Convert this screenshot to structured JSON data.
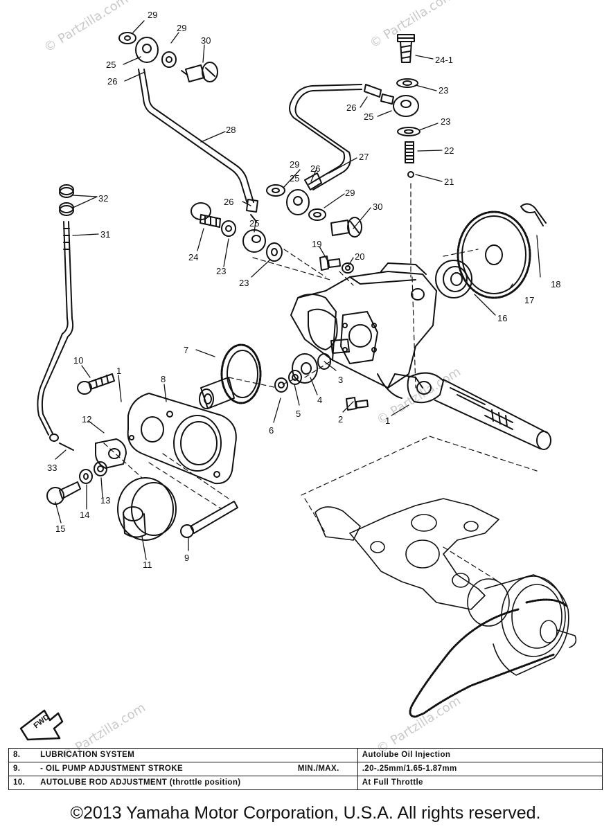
{
  "watermark": "© Partzilla.com",
  "fwd_label": "FWD",
  "callouts": {
    "c1": "1",
    "c2": "2",
    "c3": "3",
    "c4": "4",
    "c5": "5",
    "c6": "6",
    "c7": "7",
    "c8": "8",
    "c9": "9",
    "c10": "10",
    "c11": "11",
    "c12": "12",
    "c13": "13",
    "c14": "14",
    "c15": "15",
    "c16": "16",
    "c17": "17",
    "c18": "18",
    "c19": "19",
    "c20": "20",
    "c21": "21",
    "c22": "22",
    "c23": "23",
    "c24": "24",
    "c24_1": "24-1",
    "c25": "25",
    "c26": "26",
    "c27": "27",
    "c28": "28",
    "c29": "29",
    "c30": "30",
    "c31": "31",
    "c32": "32",
    "c33": "33"
  },
  "spec_table": {
    "rows": [
      {
        "num": "8.",
        "label": "LUBRICATION SYSTEM",
        "range": "",
        "value": "Autolube Oil Injection"
      },
      {
        "num": "9.",
        "label": "- OIL PUMP ADJUSTMENT STROKE",
        "range": "MIN./MAX.",
        "value": ".20-.25mm/1.65-1.87mm"
      },
      {
        "num": "10.",
        "label": "AUTOLUBE ROD ADJUSTMENT (throttle position)",
        "range": "",
        "value": "At Full Throttle"
      }
    ]
  },
  "copyright": "©2013  Yamaha Motor Corporation, U.S.A. All rights reserved."
}
